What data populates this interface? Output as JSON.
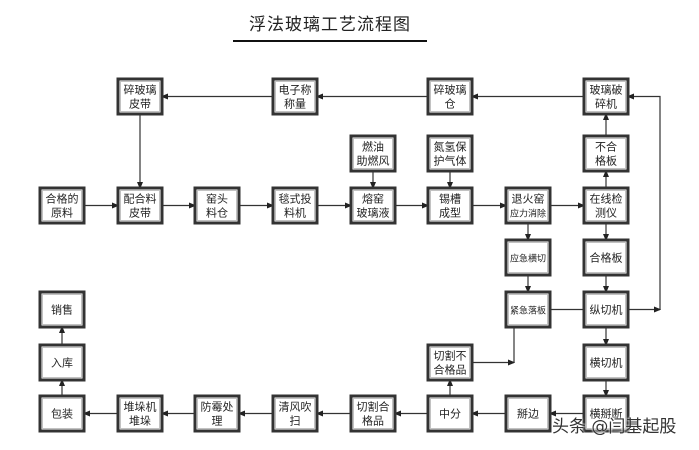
{
  "title": "浮法玻璃工艺流程图",
  "watermark": "头条 @闫基起股",
  "nodes": [
    {
      "id": "raw",
      "lines": [
        "合格的",
        "原料"
      ]
    },
    {
      "id": "batch",
      "lines": [
        "配合料",
        "皮带"
      ]
    },
    {
      "id": "bin",
      "lines": [
        "窑头",
        "料仓"
      ]
    },
    {
      "id": "feeder",
      "lines": [
        "毯式投",
        "料机"
      ]
    },
    {
      "id": "melt",
      "lines": [
        "熔窑",
        "玻璃液"
      ]
    },
    {
      "id": "tin",
      "lines": [
        "锡槽",
        "成型"
      ]
    },
    {
      "id": "anneal",
      "lines": [
        "退火窑",
        "应力消除"
      ]
    },
    {
      "id": "inspect",
      "lines": [
        "在线检",
        "测仪"
      ]
    },
    {
      "id": "fuel",
      "lines": [
        "燃油",
        "助燃风"
      ]
    },
    {
      "id": "gas",
      "lines": [
        "氮氢保",
        "护气体"
      ]
    },
    {
      "id": "reject",
      "lines": [
        "不合",
        "格板"
      ]
    },
    {
      "id": "crusher",
      "lines": [
        "玻璃破",
        "碎机"
      ]
    },
    {
      "id": "cullet_bin",
      "lines": [
        "碎玻璃",
        "仓"
      ]
    },
    {
      "id": "scale",
      "lines": [
        "电子称",
        "称量"
      ]
    },
    {
      "id": "cullet_belt",
      "lines": [
        "碎玻璃",
        "皮带"
      ]
    },
    {
      "id": "good",
      "lines": [
        "合格板"
      ]
    },
    {
      "id": "long_cut",
      "lines": [
        "纵切机"
      ]
    },
    {
      "id": "cross_cut",
      "lines": [
        "横切机"
      ]
    },
    {
      "id": "snap",
      "lines": [
        "横掰断"
      ]
    },
    {
      "id": "edge",
      "lines": [
        "掰边"
      ]
    },
    {
      "id": "split",
      "lines": [
        "中分"
      ]
    },
    {
      "id": "cut_reject",
      "lines": [
        "切割不",
        "合格品"
      ]
    },
    {
      "id": "emerg_cut",
      "lines": [
        "应急横切"
      ]
    },
    {
      "id": "emerg_drop",
      "lines": [
        "紧急落板"
      ]
    },
    {
      "id": "cut_good",
      "lines": [
        "切割合",
        "格品"
      ]
    },
    {
      "id": "blow",
      "lines": [
        "清风吹",
        "扫"
      ]
    },
    {
      "id": "mildew",
      "lines": [
        "防霉处",
        "理"
      ]
    },
    {
      "id": "stack",
      "lines": [
        "堆垛机",
        "堆垛"
      ]
    },
    {
      "id": "pack",
      "lines": [
        "包装"
      ]
    },
    {
      "id": "store",
      "lines": [
        "入库"
      ]
    },
    {
      "id": "sale",
      "lines": [
        "销售"
      ]
    }
  ],
  "edges": [
    [
      "raw",
      "batch"
    ],
    [
      "batch",
      "bin"
    ],
    [
      "bin",
      "feeder"
    ],
    [
      "feeder",
      "melt"
    ],
    [
      "melt",
      "tin"
    ],
    [
      "tin",
      "anneal"
    ],
    [
      "anneal",
      "inspect"
    ],
    [
      "fuel",
      "melt"
    ],
    [
      "gas",
      "tin"
    ],
    [
      "inspect",
      "reject"
    ],
    [
      "reject",
      "crusher"
    ],
    [
      "crusher",
      "cullet_bin"
    ],
    [
      "cullet_bin",
      "scale"
    ],
    [
      "scale",
      "cullet_belt"
    ],
    [
      "cullet_belt",
      "batch"
    ],
    [
      "inspect",
      "good"
    ],
    [
      "good",
      "long_cut"
    ],
    [
      "long_cut",
      "cross_cut"
    ],
    [
      "cross_cut",
      "snap"
    ],
    [
      "snap",
      "edge"
    ],
    [
      "edge",
      "split"
    ],
    [
      "split",
      "cut_reject"
    ],
    [
      "anneal",
      "emerg_cut"
    ],
    [
      "emerg_cut",
      "emerg_drop"
    ],
    [
      "emerg_drop",
      "crusher"
    ],
    [
      "cut_reject",
      "crusher"
    ],
    [
      "split",
      "cut_good"
    ],
    [
      "cut_good",
      "blow"
    ],
    [
      "blow",
      "mildew"
    ],
    [
      "mildew",
      "stack"
    ],
    [
      "stack",
      "pack"
    ],
    [
      "pack",
      "store"
    ],
    [
      "store",
      "sale"
    ]
  ]
}
